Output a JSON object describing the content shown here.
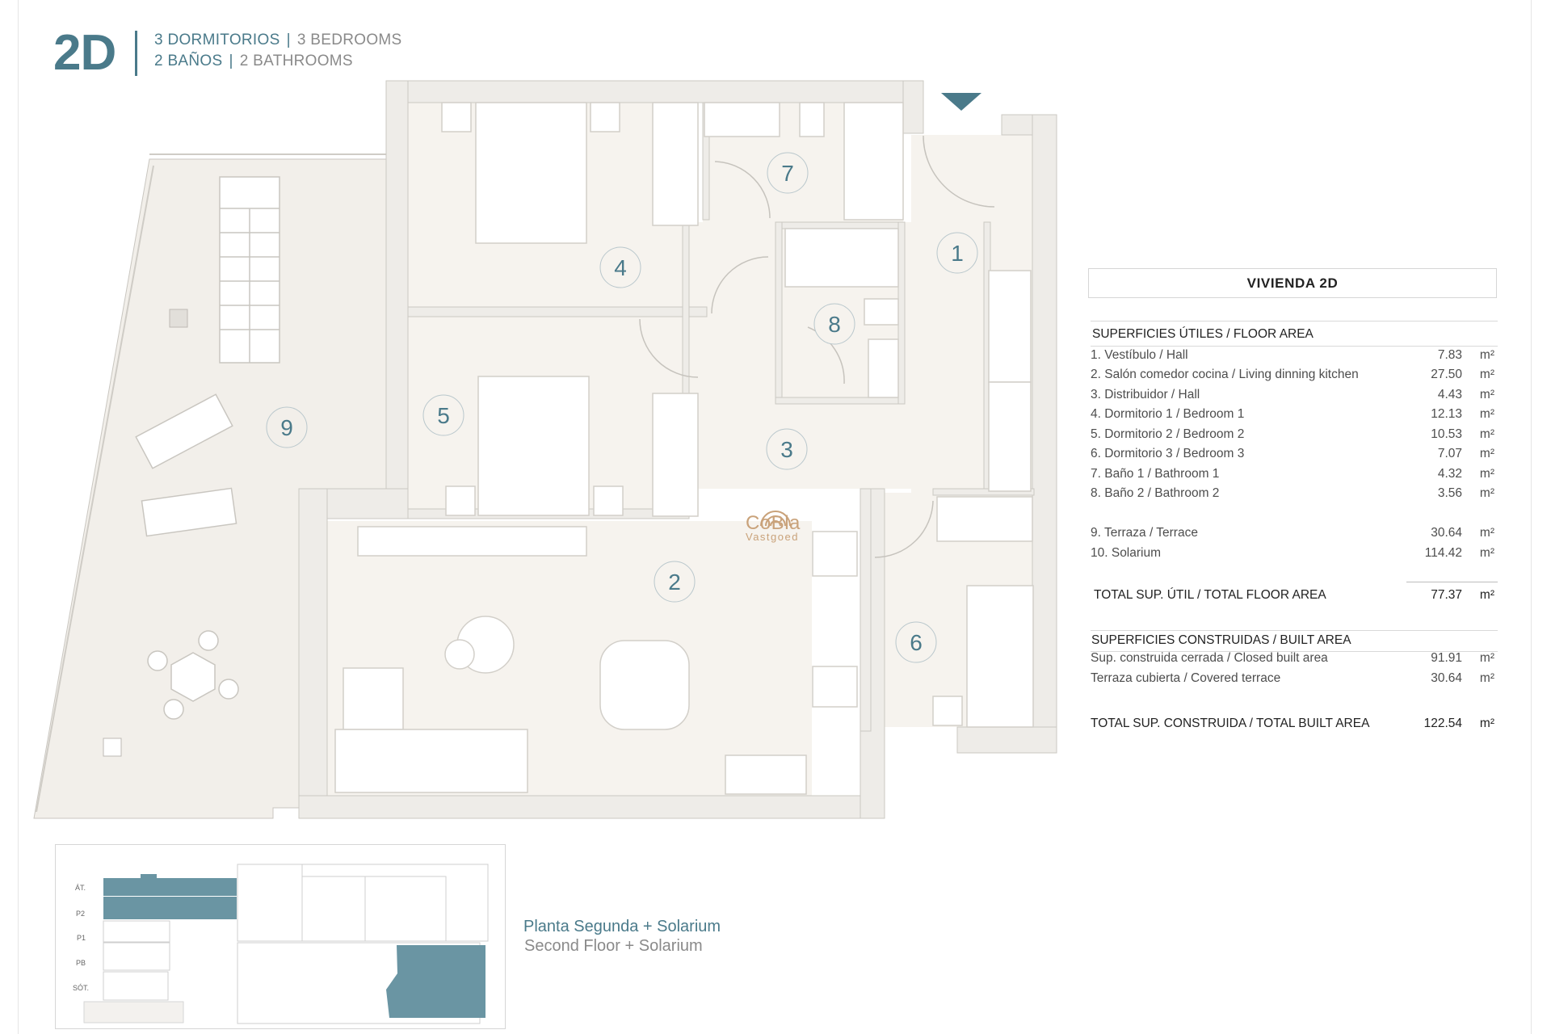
{
  "header": {
    "unit_code": "2D",
    "line1_es": "3 DORMITORIOS",
    "line1_en": "3 BEDROOMS",
    "line2_es": "2 BAÑOS",
    "line2_en": "2 BATHROOMS",
    "separator": "|"
  },
  "rooms": [
    "1",
    "2",
    "3",
    "4",
    "5",
    "6",
    "7",
    "8",
    "9"
  ],
  "logo": {
    "name": "CoBla",
    "sub": "Vastgoed"
  },
  "table": {
    "title": "VIVIENDA 2D",
    "floor_area_heading": "SUPERFICIES ÚTILES / FLOOR AREA",
    "floor_rows": [
      {
        "label": "1. Vestíbulo / Hall",
        "value": "7.83",
        "unit": "m²"
      },
      {
        "label": "2. Salón comedor cocina / Living dinning kitchen",
        "value": "27.50",
        "unit": "m²"
      },
      {
        "label": "3. Distribuidor / Hall",
        "value": "4.43",
        "unit": "m²"
      },
      {
        "label": "4. Dormitorio 1 / Bedroom 1",
        "value": "12.13",
        "unit": "m²"
      },
      {
        "label": "5. Dormitorio 2 / Bedroom 2",
        "value": "10.53",
        "unit": "m²"
      },
      {
        "label": "6. Dormitorio 3 / Bedroom 3",
        "value": "7.07",
        "unit": "m²"
      },
      {
        "label": "7. Baño 1 / Bathroom 1",
        "value": "4.32",
        "unit": "m²"
      },
      {
        "label": "8. Baño 2 / Bathroom 2",
        "value": "3.56",
        "unit": "m²"
      }
    ],
    "outdoor_rows": [
      {
        "label": "9. Terraza / Terrace",
        "value": "30.64",
        "unit": "m²"
      },
      {
        "label": "10. Solarium",
        "value": "114.42",
        "unit": "m²"
      }
    ],
    "total_floor": {
      "label": "TOTAL SUP. ÚTIL / TOTAL FLOOR AREA",
      "value": "77.37",
      "unit": "m²"
    },
    "built_area_heading": "SUPERFICIES CONSTRUIDAS / BUILT AREA",
    "built_rows": [
      {
        "label": "Sup. construida cerrada / Closed built area",
        "value": "91.91",
        "unit": "m²"
      },
      {
        "label": "Terraza cubierta / Covered terrace",
        "value": "30.64",
        "unit": "m²"
      }
    ],
    "total_built": {
      "label": "TOTAL SUP. CONSTRUIDA /  TOTAL BUILT AREA",
      "value": "122.54",
      "unit": "m²"
    }
  },
  "keyplan": {
    "levels": [
      "ÁT.",
      "P2",
      "P1",
      "PB",
      "SÓT."
    ],
    "caption_es": "Planta Segunda + Solarium",
    "caption_en": "Second Floor + Solarium"
  },
  "colors": {
    "accent": "#4a7a8a",
    "wall": "#eeece8",
    "floor": "#f6f3ee",
    "logo": "#c9a27a"
  }
}
